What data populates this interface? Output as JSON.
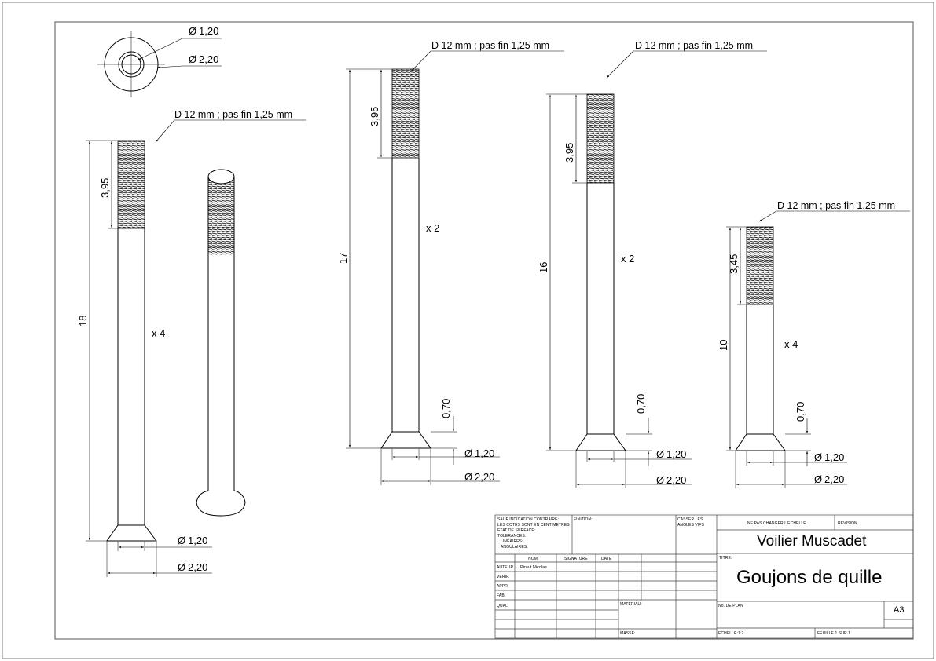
{
  "annotations": {
    "thread_note": "D 12 mm ; pas fin 1,25 mm",
    "qty_x4": "x 4",
    "qty_x2": "x 2"
  },
  "dimensions": {
    "dia_120": "1,20",
    "dia_220": "2,20",
    "len_18": "18",
    "len_17": "17",
    "len_16": "16",
    "len_10": "10",
    "thread_395": "3,95",
    "thread_345": "3,45",
    "head_070": "0,70"
  },
  "title_block": {
    "general_note": [
      "SAUF INDICATION CONTRAIRE:",
      "LES COTES SONT EN CENTIMETRES",
      "ETAT DE SURFACE:",
      "TOLERANCES:",
      "   LINEAIRES:",
      "   ANGULAIRES:"
    ],
    "finish_label": "FINITION:",
    "deburr_note": [
      "CASSER LES",
      "ANGLES VIFS"
    ],
    "no_scale": "NE PAS CHANGER L'ECHELLE",
    "revision_label": "REVISION",
    "project": "Voilier Muscadet",
    "title_label": "TITRE:",
    "title": "Goujons de quille",
    "col_nom": "NOM",
    "col_signature": "SIGNATURE",
    "col_date": "DATE",
    "row_auteur": "AUTEUR",
    "author_name": "Piraut Nicolas",
    "row_verif": "VERIF.",
    "row_appr": "APPR.",
    "row_fab": "FAB.",
    "row_qual": "QUAL.",
    "material_label": "MATERIAU:",
    "mass_label": "MASSE:",
    "drawing_no_label": "No. DE PLAN",
    "sheet_size": "A3",
    "scale": "ECHELLE:1:2",
    "sheet": "FEUILLE 1 SUR 1"
  }
}
